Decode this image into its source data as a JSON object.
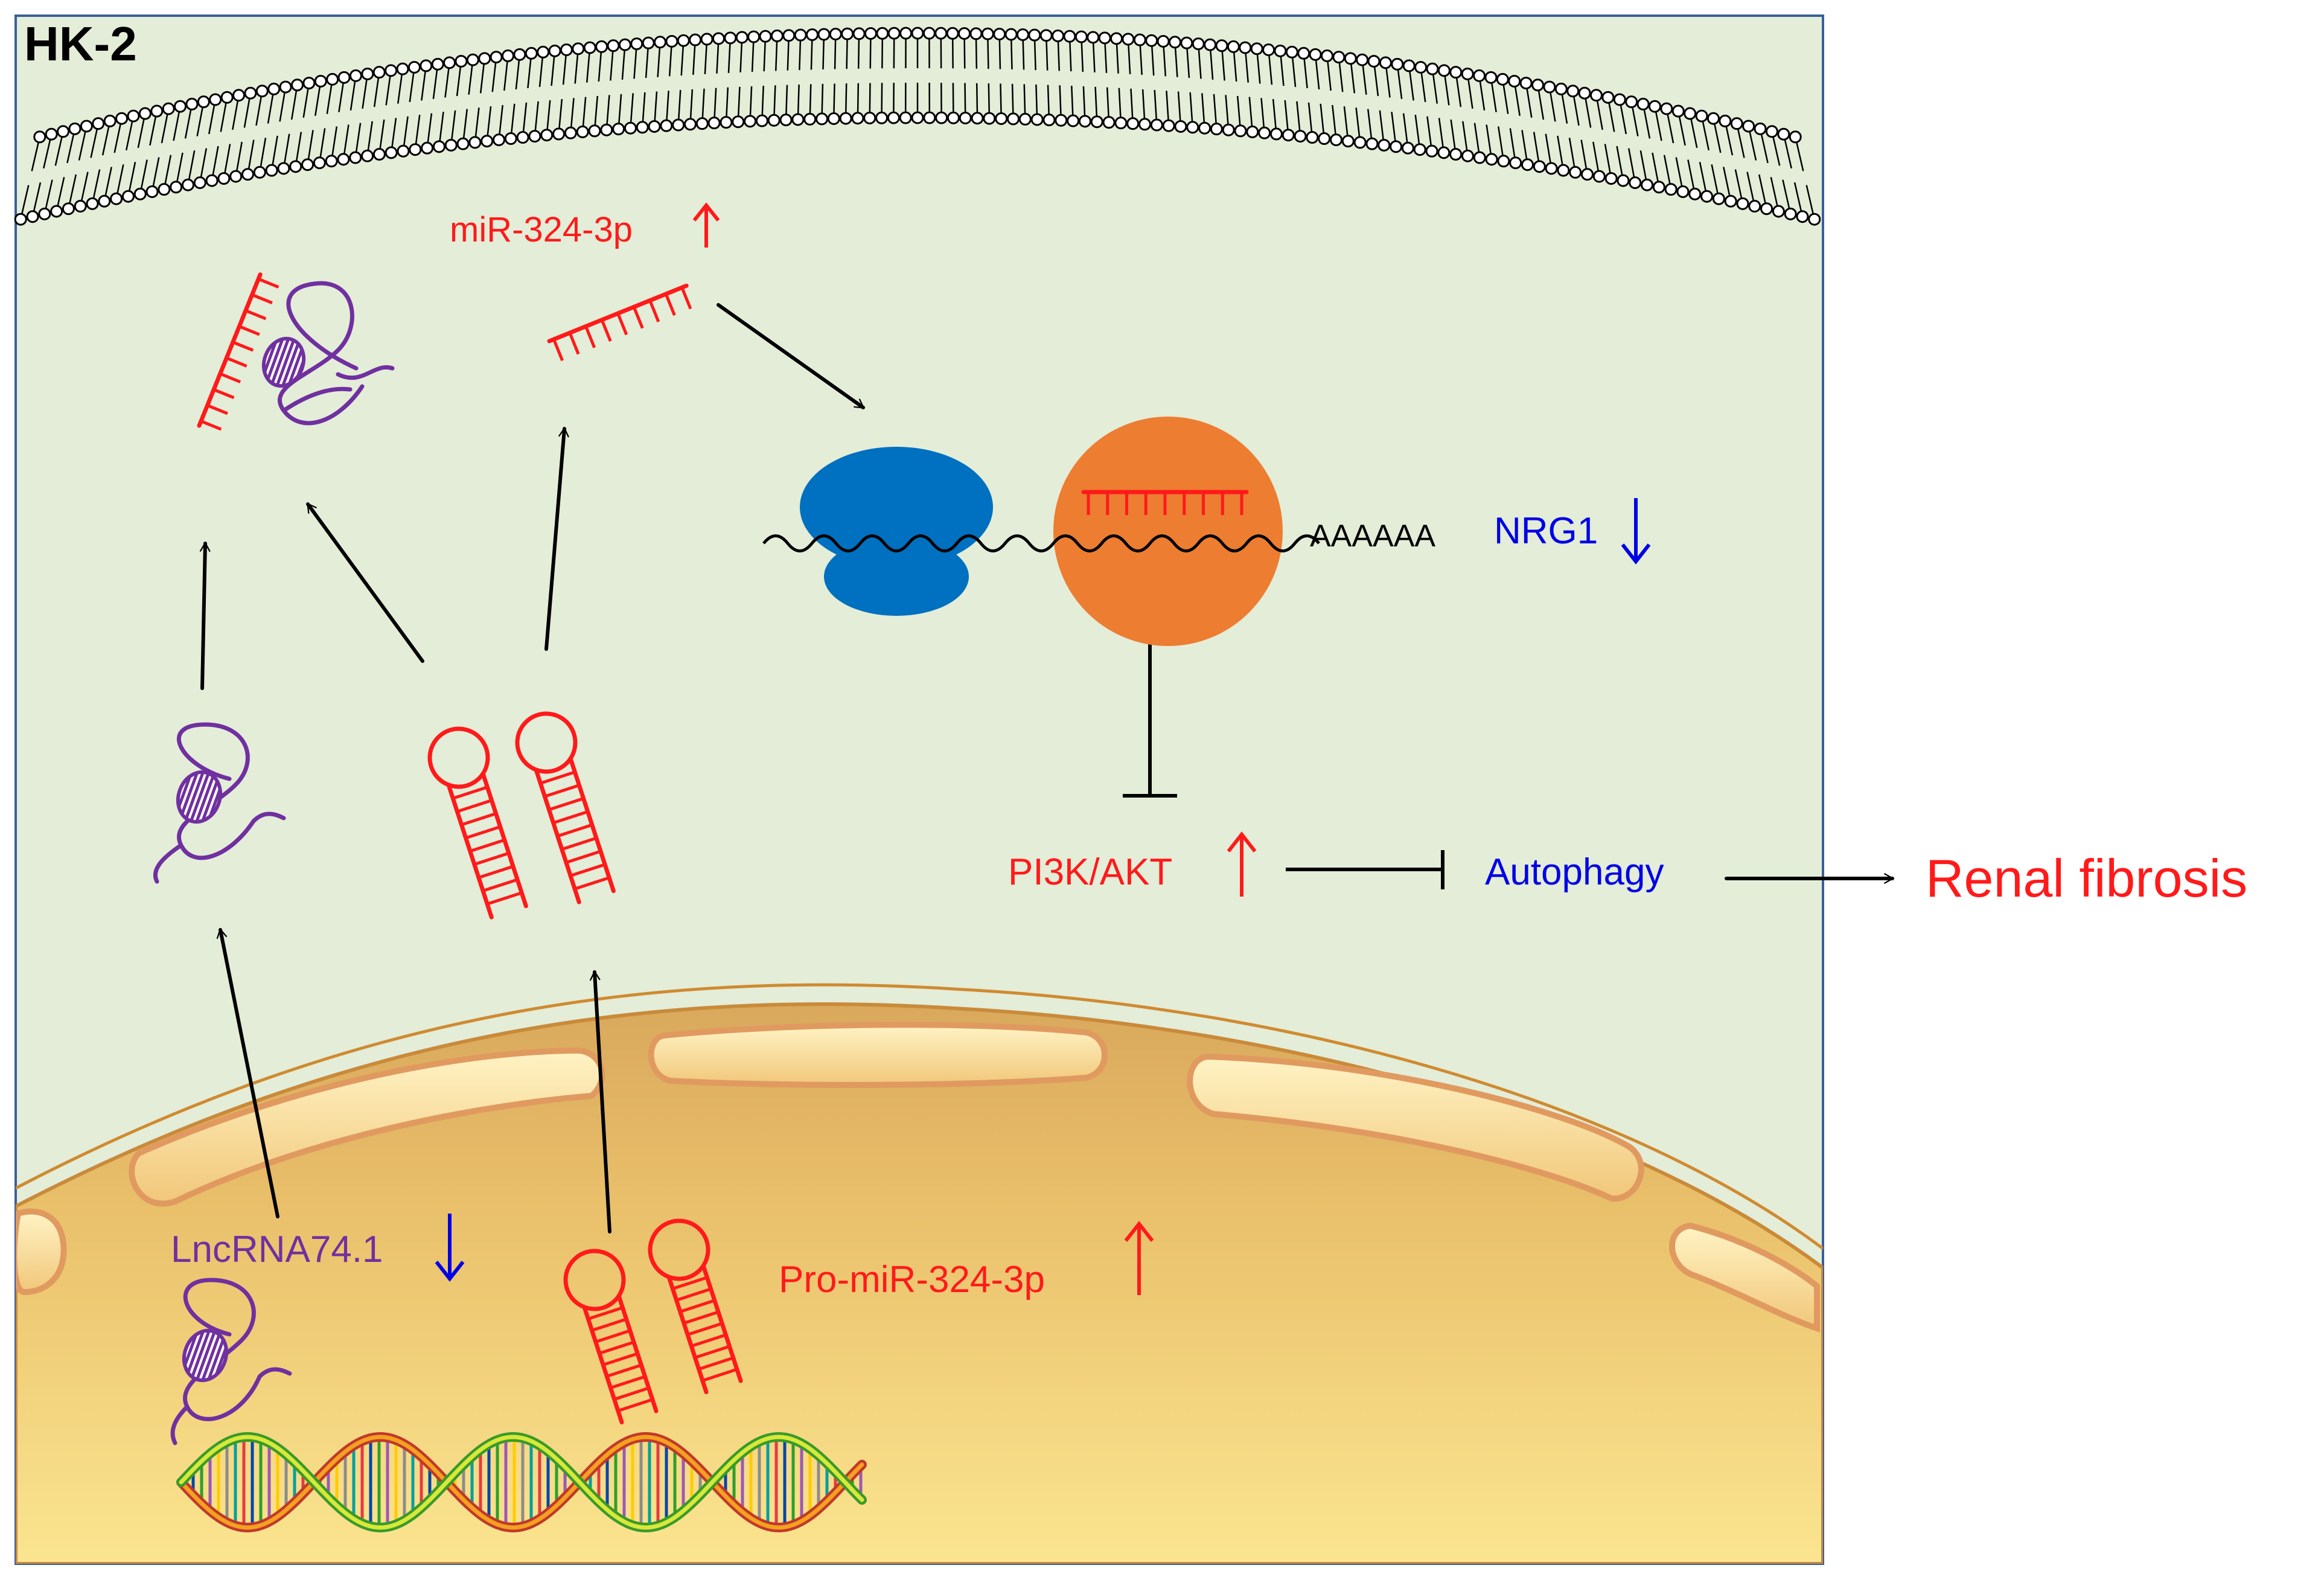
{
  "cell_label": "HK-2",
  "labels": {
    "mir": "miR-324-3p",
    "nrg1": "NRG1",
    "polya": "AAAAAA",
    "pi3k": "PI3K/AKT",
    "autophagy": "Autophagy",
    "fibrosis": "Renal fibrosis",
    "lncrna": "LncRNA74.1",
    "promir": "Pro-miR-324-3p"
  },
  "regulation": {
    "mir": "up",
    "nrg1": "down",
    "pi3k": "up",
    "lncrna": "down",
    "promir": "up"
  },
  "colors": {
    "cytoplasm": "#e3edd8",
    "cell_border": "#3b5e9c",
    "nucleus": "#f2cf78",
    "nucleus_rim": "#d89a3d",
    "mirna_red": "#ff1a1a",
    "lncrna_purple": "#7030a0",
    "down_blue": "#0000e6",
    "ribosome_blue": "#0070c0",
    "ago_orange": "#ed7d31",
    "arrow_black": "#000000"
  }
}
